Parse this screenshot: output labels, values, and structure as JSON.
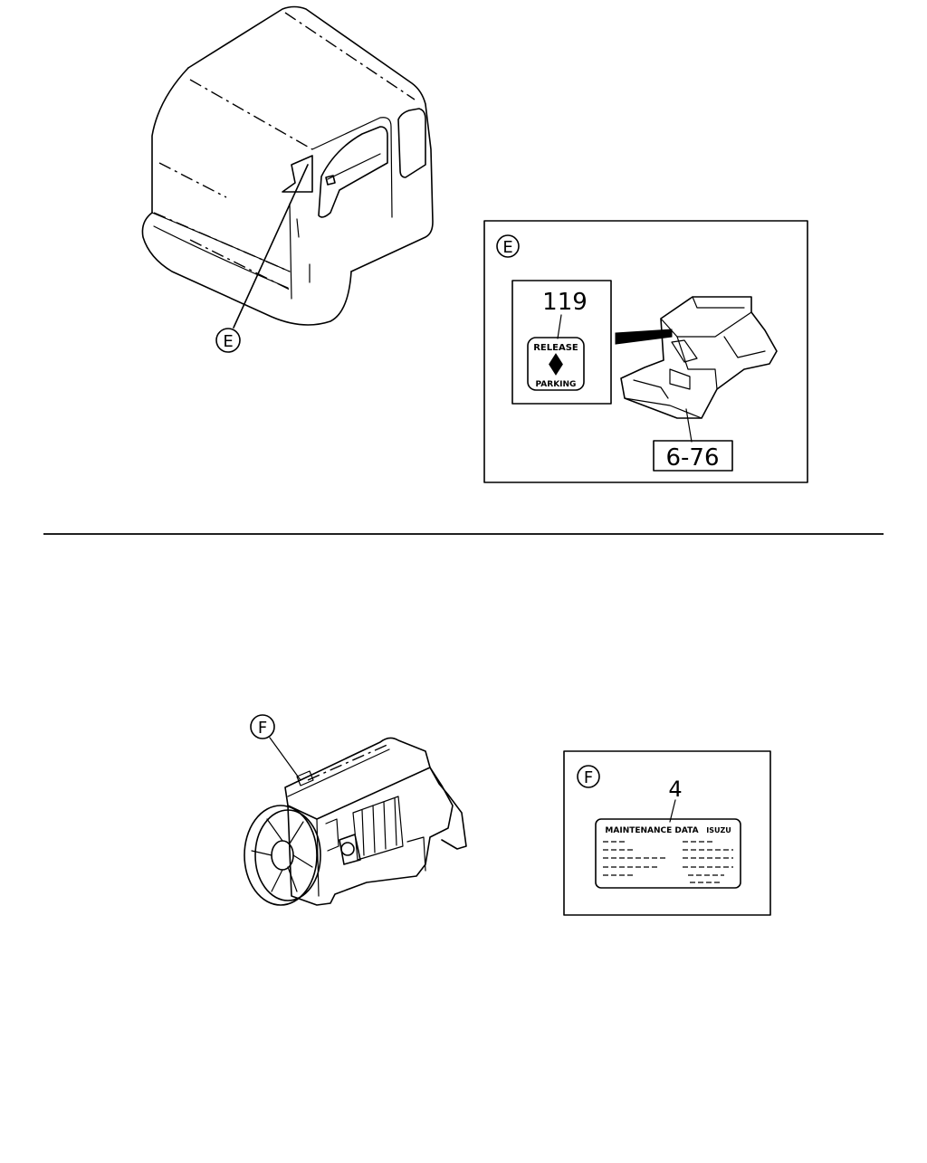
{
  "callouts": {
    "e_marker": "E",
    "f_marker": "F"
  },
  "detail_e": {
    "marker": "E",
    "part_number": "119",
    "label_top": "RELEASE",
    "label_bottom": "PARKING",
    "reference": "6-76"
  },
  "detail_f": {
    "marker": "F",
    "part_number": "4",
    "label_title": "MAINTENANCE DATA",
    "label_brand": "ISUZU"
  }
}
